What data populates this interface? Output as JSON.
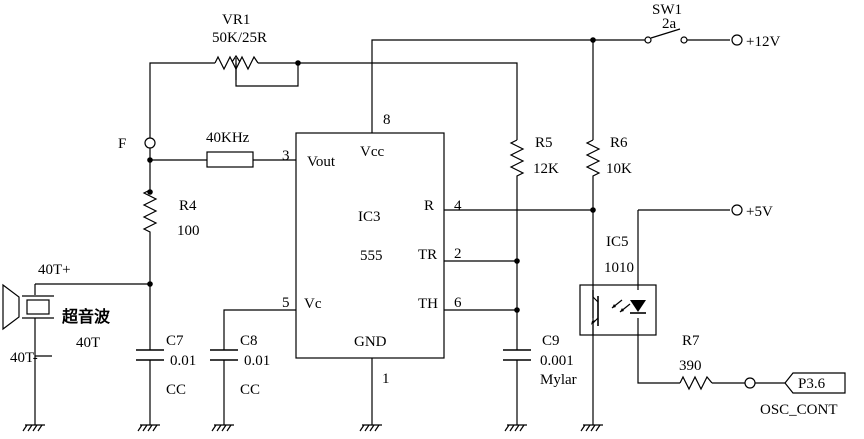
{
  "components": {
    "vr1": {
      "ref": "VR1",
      "value": "50K/25R"
    },
    "sw1": {
      "ref": "SW1",
      "value": "2a"
    },
    "supply_12v": "+12V",
    "supply_5v": "+5V",
    "node_f": "F",
    "crystal": {
      "value": "40KHz"
    },
    "ic3": {
      "ref": "IC3",
      "type": "555",
      "pins": {
        "vcc": {
          "name": "Vcc",
          "num": "8"
        },
        "vout": {
          "name": "Vout",
          "num": "3"
        },
        "r": {
          "name": "R",
          "num": "4"
        },
        "tr": {
          "name": "TR",
          "num": "2"
        },
        "th": {
          "name": "TH",
          "num": "6"
        },
        "vc": {
          "name": "Vc",
          "num": "5"
        },
        "gnd": {
          "name": "GND",
          "num": "1"
        }
      }
    },
    "r4": {
      "ref": "R4",
      "value": "100"
    },
    "r5": {
      "ref": "R5",
      "value": "12K"
    },
    "r6": {
      "ref": "R6",
      "value": "10K"
    },
    "r7": {
      "ref": "R7",
      "value": "390"
    },
    "c7": {
      "ref": "C7",
      "value": "0.01",
      "type": "CC"
    },
    "c8": {
      "ref": "C8",
      "value": "0.01",
      "type": "CC"
    },
    "c9": {
      "ref": "C9",
      "value": "0.001",
      "type": "Mylar"
    },
    "ic5": {
      "ref": "IC5",
      "value": "1010"
    },
    "transducer": {
      "pos": "40T+",
      "neg": "40T-",
      "label": "超音波",
      "model": "40T"
    },
    "connector": {
      "pin": "P3.6",
      "net": "OSC_CONT"
    }
  }
}
